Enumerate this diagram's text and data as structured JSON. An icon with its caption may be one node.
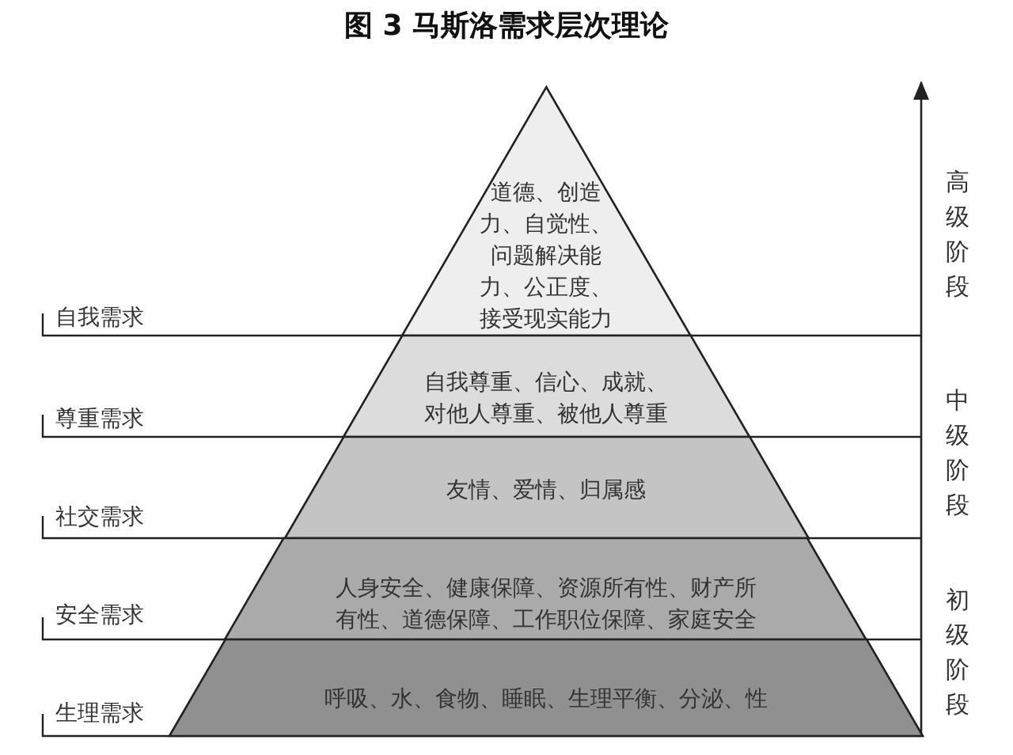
{
  "diagram": {
    "title": "图 3 马斯洛需求层次理论",
    "nodes": [
      {
        "text": [
          "道德、创造力、自觉性、问题解决能力、公正度、接受现实能力"
        ]
      },
      {
        "text": [
          "自我尊重、信心、成就、对他人尊重、被他人尊重"
        ]
      },
      {
        "text": [
          "友情、爱情、归属感"
        ]
      },
      {
        "text": [
          "人身安全、健康保障、资源所有性、财产所有性、道德保障、工作职位保障、家庭安全"
        ]
      },
      {
        "text": [
          "呼吸、水、食物、睡眠、生理平衡、分泌、性"
        ]
      }
    ],
    "edges": [],
    "labels": [
      "高级阶段",
      "自我需求",
      "中级阶段",
      "尊重需求",
      "社交需求",
      "初级阶段",
      "安全需求",
      "生理需求"
    ]
  }
}
